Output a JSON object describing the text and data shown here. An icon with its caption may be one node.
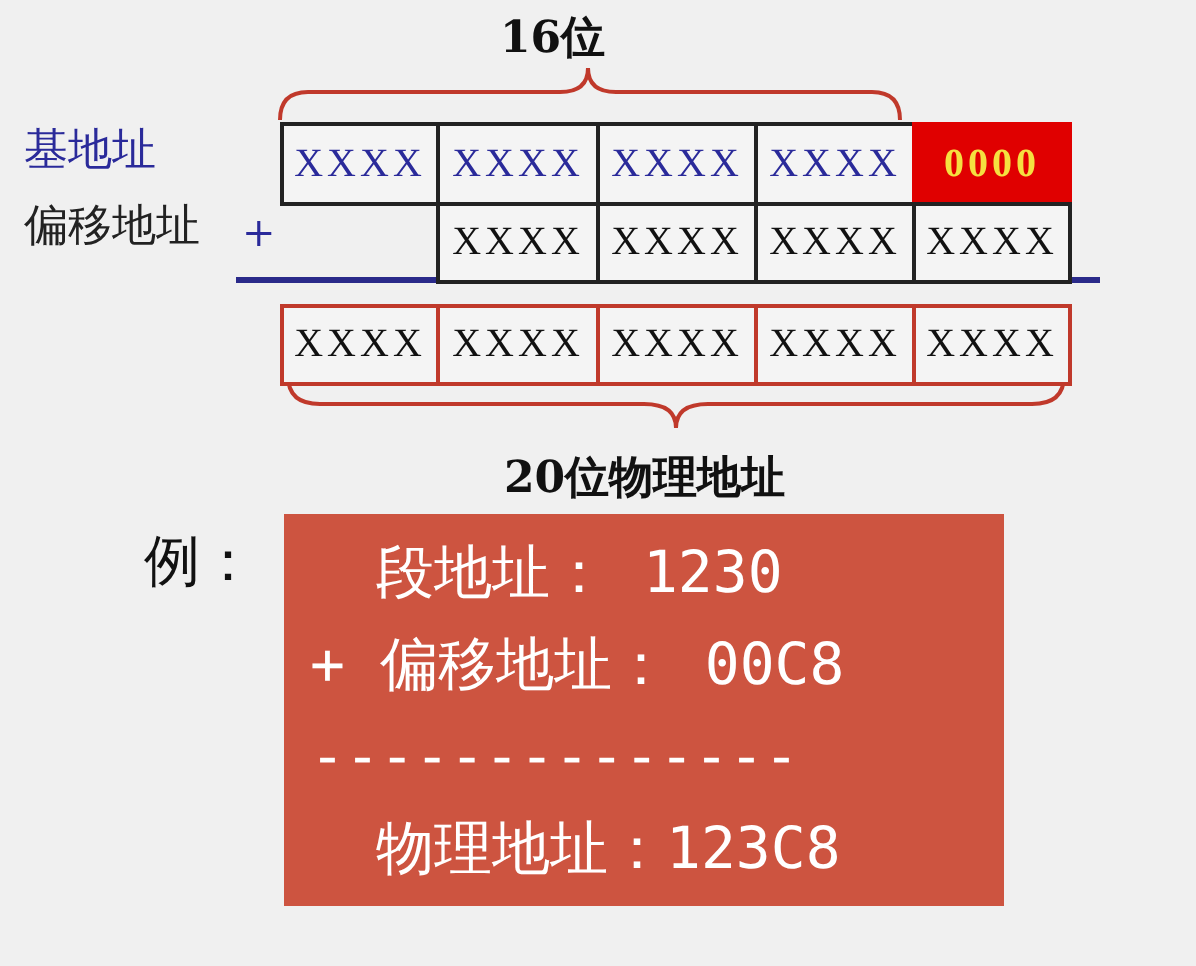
{
  "diagram": {
    "nodes": [
      {
        "text": [
          "XXXX"
        ]
      },
      {
        "text": [
          "XXXX"
        ]
      },
      {
        "text": [
          "XXXX"
        ]
      },
      {
        "text": [
          "XXXX"
        ]
      },
      {
        "text": [
          "0000"
        ]
      },
      {
        "text": [
          "XXXX"
        ]
      },
      {
        "text": [
          "XXXX"
        ]
      },
      {
        "text": [
          "XXXX"
        ]
      },
      {
        "text": [
          "XXXX"
        ]
      },
      {
        "text": [
          "XXXX"
        ]
      },
      {
        "text": [
          "XXXX"
        ]
      },
      {
        "text": [
          "XXXX"
        ]
      },
      {
        "text": [
          "XXXX"
        ]
      },
      {
        "text": [
          "XXXX"
        ]
      },
      {
        "text": [
          "段地址： 1230",
          "+ 偏移地址： 00C8",
          "--------------",
          "物理地址：123C8"
        ]
      }
    ],
    "edges": [],
    "labels": [
      "16位",
      "基地址",
      "偏移地址",
      "+",
      "20位物理地址",
      "例："
    ]
  }
}
